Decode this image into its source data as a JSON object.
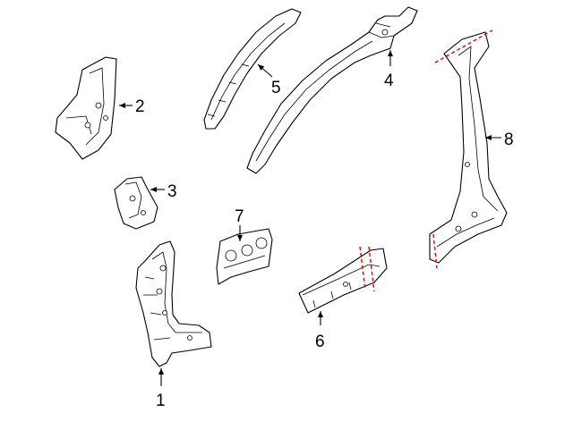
{
  "callouts": [
    {
      "id": "1",
      "label": "1"
    },
    {
      "id": "2",
      "label": "2"
    },
    {
      "id": "3",
      "label": "3"
    },
    {
      "id": "4",
      "label": "4"
    },
    {
      "id": "5",
      "label": "5"
    },
    {
      "id": "6",
      "label": "6"
    },
    {
      "id": "7",
      "label": "7"
    },
    {
      "id": "8",
      "label": "8"
    }
  ],
  "colors": {
    "line": "#000000",
    "cut_line": "#e00000",
    "background": "#ffffff"
  }
}
